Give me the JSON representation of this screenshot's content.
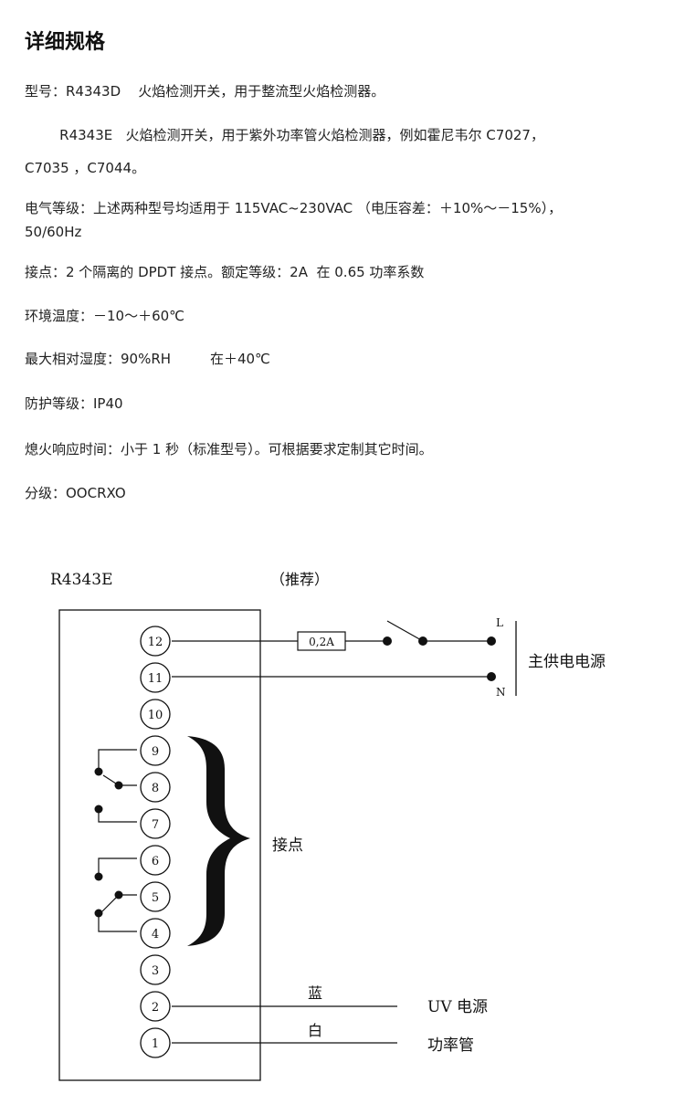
{
  "doc": {
    "title": "详细规格",
    "specs": [
      "型号：R4343D    火焰检测开关，用于整流型火焰检测器。",
      "        R4343E   火焰检测开关，用于紫外功率管火焰检测器，例如霍尼韦尔 C7027，",
      "C7035 ，C7044。",
      "电气等级：上述两种型号均适用于 115VAC~230VAC （电压容差：＋10%～－15%），",
      "50/60Hz",
      "接点：2 个隔离的 DPDT 接点。额定等级：2A  在 0.65 功率系数",
      "环境温度：－10～＋60℃",
      "最大相对湿度：90%RH         在＋40℃",
      "防护等级：IP40",
      "熄火响应时间：小于 1 秒（标准型号）。可根据要求定制其它时间。",
      "分级：OOCRXO"
    ]
  },
  "diagram": {
    "model": "R4343E",
    "recommended": "（推荐）",
    "fuse": "0,2A",
    "line_L": "L",
    "line_N": "N",
    "main_power": "主供电电源",
    "contacts": "接点",
    "blue": "蓝",
    "white": "白",
    "uv_power": "UV  电源",
    "power_tube": "功率管",
    "terminals": [
      "12",
      "11",
      "10",
      "9",
      "8",
      "7",
      "6",
      "5",
      "4",
      "3",
      "2",
      "1"
    ]
  }
}
